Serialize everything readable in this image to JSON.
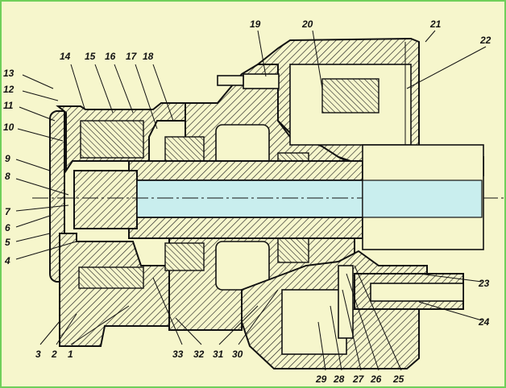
{
  "diagram": {
    "colors": {
      "background": "#f6f6cc",
      "border": "#6fcf5a",
      "shaft_bore": "#c9eeee",
      "ink": "#111111"
    },
    "labels": [
      "1",
      "2",
      "3",
      "4",
      "5",
      "6",
      "7",
      "8",
      "9",
      "10",
      "11",
      "12",
      "13",
      "14",
      "15",
      "16",
      "17",
      "18",
      "19",
      "20",
      "21",
      "22",
      "23",
      "24",
      "25",
      "26",
      "27",
      "28",
      "29",
      "30",
      "31",
      "32",
      "33"
    ]
  }
}
